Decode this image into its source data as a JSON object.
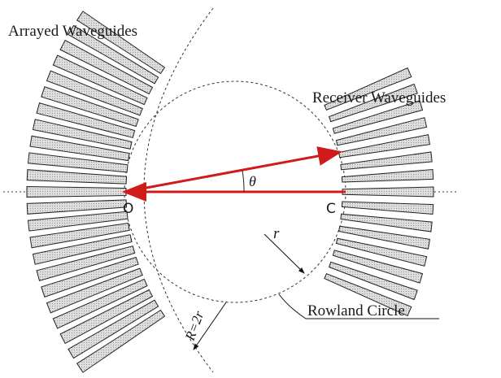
{
  "labels": {
    "arrayed": "Arrayed Waveguides",
    "receiver": "Receiver Waveguides",
    "rowland": "Rowland Circle",
    "point_o": "O",
    "point_c": "C",
    "theta": "θ",
    "r": "r",
    "big_r": "R=2r"
  },
  "colors": {
    "arrow": "#d11a1a",
    "waveguide_fill": "#d8d8d8",
    "outline": "#222222"
  }
}
